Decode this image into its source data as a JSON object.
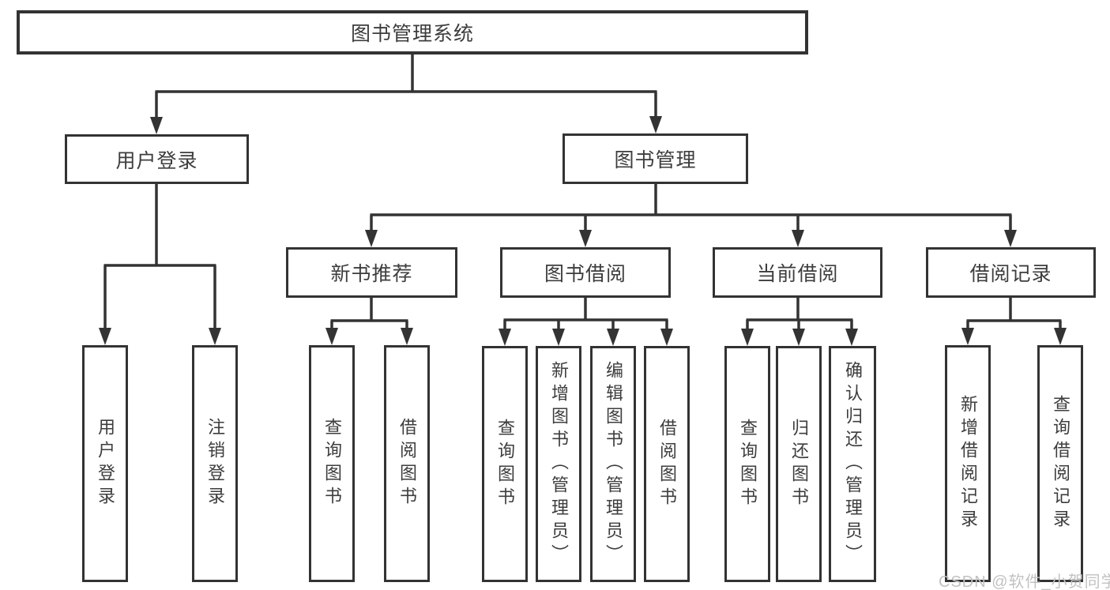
{
  "title": "图书管理系统",
  "watermark": "CSDN @软件_小贺同学",
  "colors": {
    "line": "#333333",
    "text": "#3d3d3d",
    "background": "#ffffff",
    "watermark": "#c2c2c2"
  },
  "nodes": {
    "root": "图书管理系统",
    "user_login": "用户登录",
    "book_management": "图书管理",
    "new_book_recommend": "新书推荐",
    "book_borrow": "图书借阅",
    "current_borrow": "当前借阅",
    "borrow_records": "借阅记录",
    "leaves": {
      "user_login": [
        "用户登录",
        "注销登录"
      ],
      "new_book_recommend": [
        "查询图书",
        "借阅图书"
      ],
      "book_borrow": [
        "查询图书",
        "新增图书（管理员）",
        "编辑图书（管理员）",
        "借阅图书"
      ],
      "current_borrow": [
        "查询图书",
        "归还图书",
        "确认归还（管理员）"
      ],
      "borrow_records": [
        "新增借阅记录",
        "查询借阅记录"
      ]
    }
  }
}
